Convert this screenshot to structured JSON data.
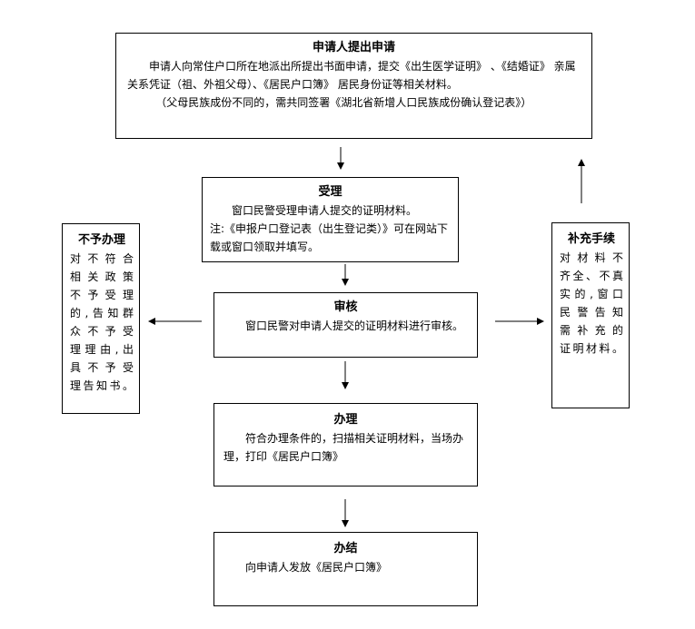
{
  "apply": {
    "title": "申请人提出申请",
    "body": "申请人向常住户口所在地派出所提出书面申请，提交《出生医学证明》 、《结婚证》 亲属关系凭证（祖、外祖父母）、《居民户口簿》 居民身份证等相关材料。",
    "note": "（父母民族成份不同的，需共同签署《湖北省新增人口民族成份确认登记表》）"
  },
  "accept": {
    "title": "受理",
    "body": "窗口民警受理申请人提交的证明材料。",
    "note": "注:《申报户口登记表（出生登记类）》可在网站下载或窗口领取并填写。"
  },
  "review": {
    "title": "审核",
    "body": "窗口民警对申请人提交的证明材料进行审核。"
  },
  "process": {
    "title": "办理",
    "body": "符合办理条件的，扫描相关证明材料，当场办理，打印《居民户口簿》"
  },
  "complete": {
    "title": "办结",
    "body": "向申请人发放《居民户口簿》"
  },
  "reject": {
    "title": "不予办理",
    "lines": [
      "对不符合",
      "相关政策",
      "不予受理",
      "的,告知群",
      "众不予受",
      "理理由,出",
      "具不予受",
      "理告知书。"
    ]
  },
  "supplement": {
    "title": "补充手续",
    "lines": [
      "对材料不",
      "齐全、不真",
      "实的,窗口",
      "民警告知",
      "需补充的",
      "证明材料。"
    ]
  }
}
